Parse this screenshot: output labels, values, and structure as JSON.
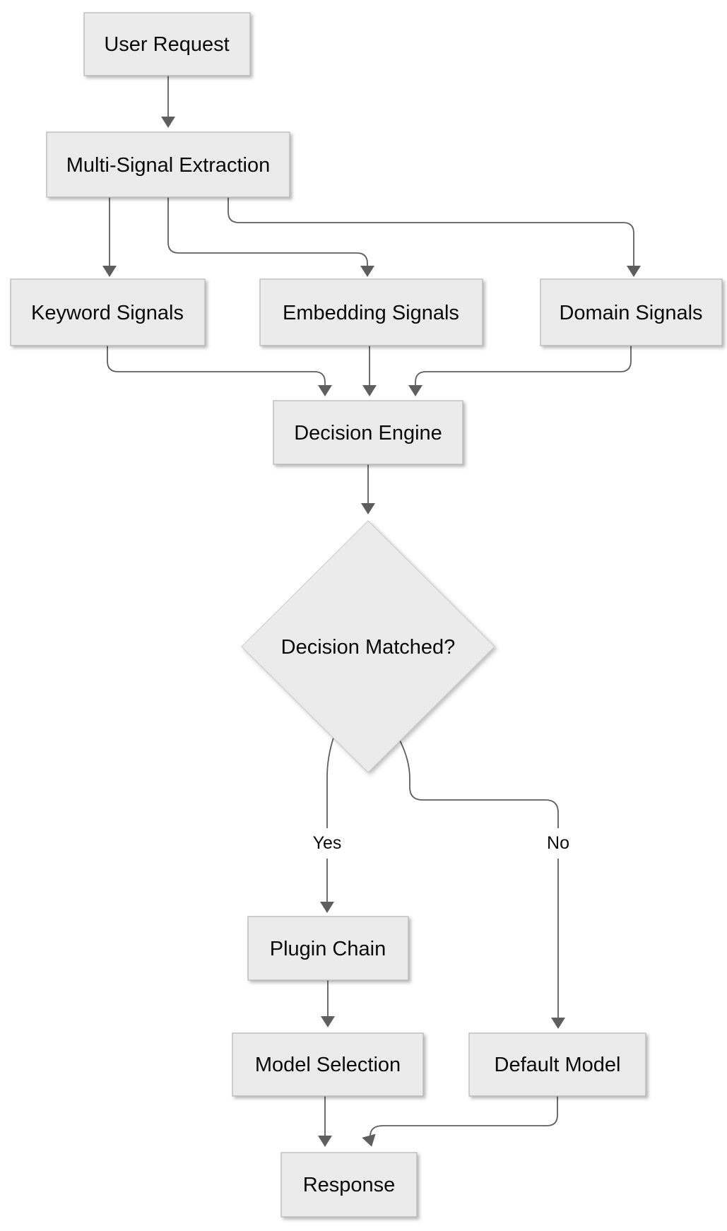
{
  "diagram": {
    "type": "flowchart",
    "direction": "top-down",
    "colors": {
      "background": "#ffffff",
      "node_fill": "#ebebeb",
      "node_border": "#b9b9b9",
      "diamond_border": "#cccccc",
      "edge": "#5e5e5e",
      "text": "#0a0a0a"
    },
    "nodes": [
      {
        "id": "user_request",
        "label": "User Request",
        "shape": "rect"
      },
      {
        "id": "multi_signal_extraction",
        "label": "Multi-Signal Extraction",
        "shape": "rect"
      },
      {
        "id": "keyword_signals",
        "label": "Keyword Signals",
        "shape": "rect"
      },
      {
        "id": "embedding_signals",
        "label": "Embedding Signals",
        "shape": "rect"
      },
      {
        "id": "domain_signals",
        "label": "Domain Signals",
        "shape": "rect"
      },
      {
        "id": "decision_engine",
        "label": "Decision Engine",
        "shape": "rect"
      },
      {
        "id": "decision_matched",
        "label": "Decision Matched?",
        "shape": "diamond"
      },
      {
        "id": "plugin_chain",
        "label": "Plugin Chain",
        "shape": "rect"
      },
      {
        "id": "model_selection",
        "label": "Model Selection",
        "shape": "rect"
      },
      {
        "id": "default_model",
        "label": "Default Model",
        "shape": "rect"
      },
      {
        "id": "response",
        "label": "Response",
        "shape": "rect"
      }
    ],
    "edges": [
      {
        "from": "user_request",
        "to": "multi_signal_extraction",
        "label": ""
      },
      {
        "from": "multi_signal_extraction",
        "to": "keyword_signals",
        "label": ""
      },
      {
        "from": "multi_signal_extraction",
        "to": "embedding_signals",
        "label": ""
      },
      {
        "from": "multi_signal_extraction",
        "to": "domain_signals",
        "label": ""
      },
      {
        "from": "keyword_signals",
        "to": "decision_engine",
        "label": ""
      },
      {
        "from": "embedding_signals",
        "to": "decision_engine",
        "label": ""
      },
      {
        "from": "domain_signals",
        "to": "decision_engine",
        "label": ""
      },
      {
        "from": "decision_engine",
        "to": "decision_matched",
        "label": ""
      },
      {
        "from": "decision_matched",
        "to": "plugin_chain",
        "label": "Yes"
      },
      {
        "from": "decision_matched",
        "to": "default_model",
        "label": "No"
      },
      {
        "from": "plugin_chain",
        "to": "model_selection",
        "label": ""
      },
      {
        "from": "model_selection",
        "to": "response",
        "label": ""
      },
      {
        "from": "default_model",
        "to": "response",
        "label": ""
      }
    ]
  }
}
